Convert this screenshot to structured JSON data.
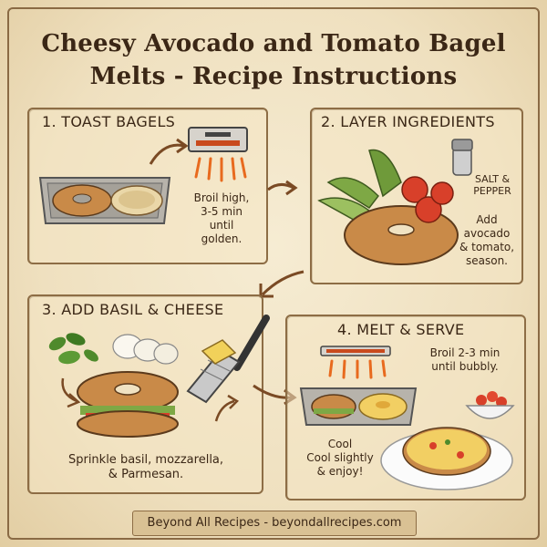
{
  "title": {
    "line1": "Cheesy Avocado and Tomato Bagel",
    "line2": "Melts - Recipe Instructions"
  },
  "steps": [
    {
      "title": "1. TOAST BAGELS",
      "note_lines": [
        "Broil high,",
        "3-5 min",
        "until",
        "golden."
      ]
    },
    {
      "title": "2. LAYER INGREDIENTS",
      "label_lines": [
        "SALT &",
        "PEPPER"
      ],
      "note_lines": [
        "Add",
        "avocado",
        "& tomato,",
        "season."
      ]
    },
    {
      "title": "3. ADD BASIL & CHEESE",
      "note_lines": [
        "Sprinkle basil, mozzarella,",
        "& Parmesan."
      ]
    },
    {
      "title": "4. MELT & SERVE",
      "note_top_lines": [
        "Broil 2-3 min",
        "until bubbly."
      ],
      "note_bottom_lines": [
        "Cool",
        "Cool slightly",
        "& enjoy!"
      ]
    }
  ],
  "footer": "Beyond All Recipes - beyondallrecipes.com",
  "colors": {
    "background": "#efe3c6",
    "border": "#8d6d45",
    "ink": "#3b2716",
    "heat": "#e86a1e"
  },
  "icons": [
    "broiler-icon",
    "baking-tray-icon",
    "salt-shaker-icon",
    "grater-icon",
    "arrow-icon",
    "plate-icon",
    "tomato-bowl-icon"
  ]
}
